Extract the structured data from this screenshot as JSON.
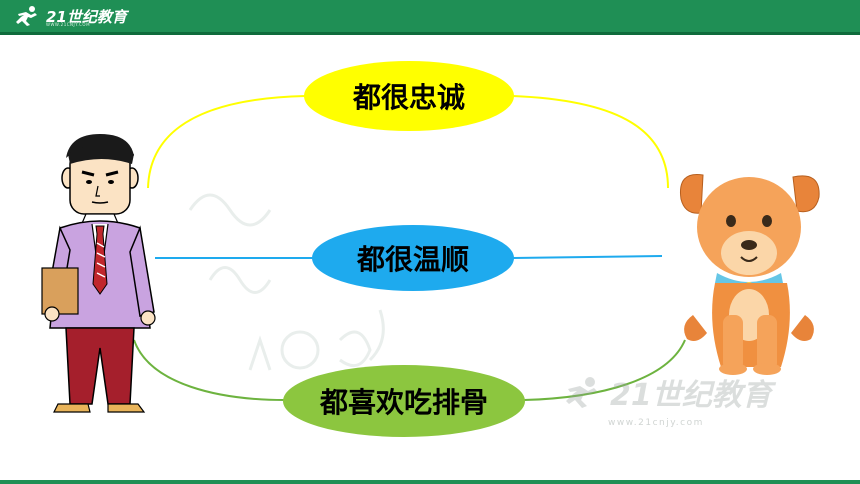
{
  "brand": {
    "name": "21世纪教育",
    "sub": "WWW.21CNJY.COM"
  },
  "watermark": {
    "name": "21世纪教育",
    "url": "www.21cnjy.com"
  },
  "comparisons": [
    {
      "label": "都很忠诚",
      "color": "#ffff00"
    },
    {
      "label": "都很温顺",
      "color": "#1eaaee"
    },
    {
      "label": "都喜欢吃排骨",
      "color": "#8cc63f"
    }
  ],
  "figures": {
    "left": "person-icon",
    "right": "dog-icon"
  },
  "colors": {
    "header": "#1f8f55",
    "line_top": "#ffff00",
    "line_mid": "#1eaaee",
    "line_bottom": "#6db33f"
  }
}
